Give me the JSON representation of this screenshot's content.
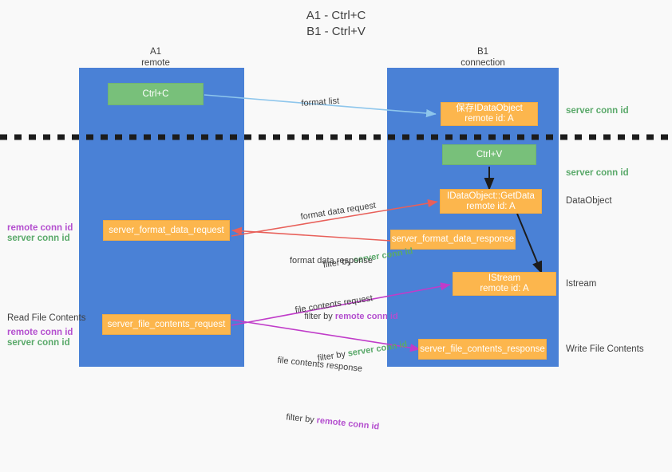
{
  "title": "A1 - Ctrl+C\nB1 - Ctrl+V",
  "columns": {
    "left": "A1\nremote",
    "right": "B1\nconnection"
  },
  "nodes": {
    "ctrl_c": "Ctrl+C",
    "save_idataobject": "保存IDataObject\nremote id: A",
    "ctrl_v": "Ctrl+V",
    "getdata": "IDataObject::GetData\nremote id: A",
    "server_format_data_request": "server_format_data_request",
    "server_format_data_response": "server_format_data_response",
    "istream": "IStream\nremote id: A",
    "server_file_contents_request": "server_file_contents_request",
    "server_file_contents_response": "server_file_contents_response"
  },
  "right_labels": {
    "server_conn_id_top": "server conn id",
    "server_conn_id_mid": "server conn id",
    "dataobject": "DataObject",
    "istream": "Istream",
    "write_file_contents": "Write File Contents"
  },
  "left_labels": {
    "remote_conn_id_1": "remote conn id",
    "server_conn_id_1": "server conn id",
    "read_file_contents": "Read File Contents",
    "remote_conn_id_2": "remote conn id",
    "server_conn_id_2": "server conn id"
  },
  "edges": {
    "format_list": "format list",
    "format_data_request": "format data request",
    "format_data_request_filter_prefix": "filter by ",
    "format_data_request_filter_value": "server conn id",
    "format_data_response": "format data response",
    "format_data_response_filter_prefix": "filter by ",
    "format_data_response_filter_value": "remote conn id",
    "file_contents_request": "file contents request",
    "file_contents_request_filter_prefix": "filter by ",
    "file_contents_request_filter_value": "server conn id",
    "file_contents_response": "file contents response",
    "file_contents_response_filter_prefix": "filter by ",
    "file_contents_response_filter_value": "remote conn id"
  },
  "colors": {
    "panel_blue": "#4a81d6",
    "node_green": "#78c07a",
    "node_orange": "#fcb64d",
    "arrow_lightblue": "#8ec6ec",
    "arrow_red": "#e8605a",
    "arrow_purple": "#c03cc9",
    "arrow_black": "#1c1c1c",
    "text_green": "#5aa96a",
    "text_purple": "#b44fcf",
    "background": "#f9f9f9"
  }
}
